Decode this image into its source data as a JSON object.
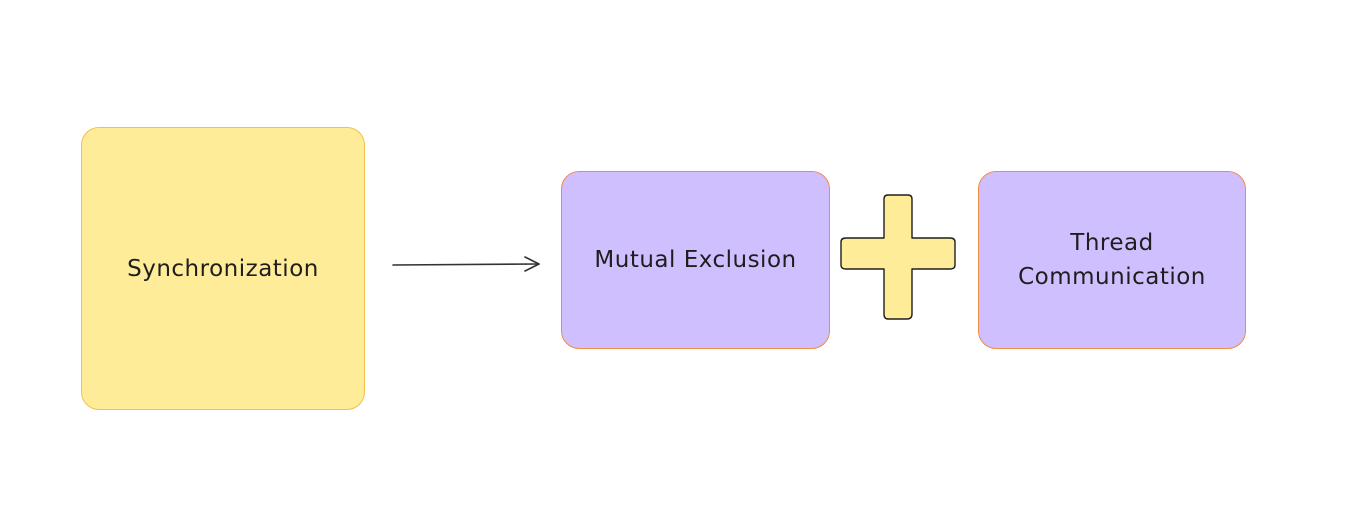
{
  "diagram": {
    "nodes": {
      "synchronization": {
        "label": "Synchronization",
        "fill": "#ffec99",
        "stroke": "#f0c14b"
      },
      "mutual_exclusion": {
        "label": "Mutual Exclusion",
        "fill": "#d0bfff",
        "stroke": "#f08c4a"
      },
      "thread_communication": {
        "label": "Thread\nCommunication",
        "fill": "#d0bfff",
        "stroke": "#f08c4a"
      }
    },
    "edges": [
      {
        "from": "synchronization",
        "to": "mutual_exclusion",
        "type": "arrow",
        "color": "#333333"
      }
    ],
    "operator": {
      "symbol": "plus",
      "fill": "#ffec99",
      "stroke": "#1e1e1e"
    }
  }
}
